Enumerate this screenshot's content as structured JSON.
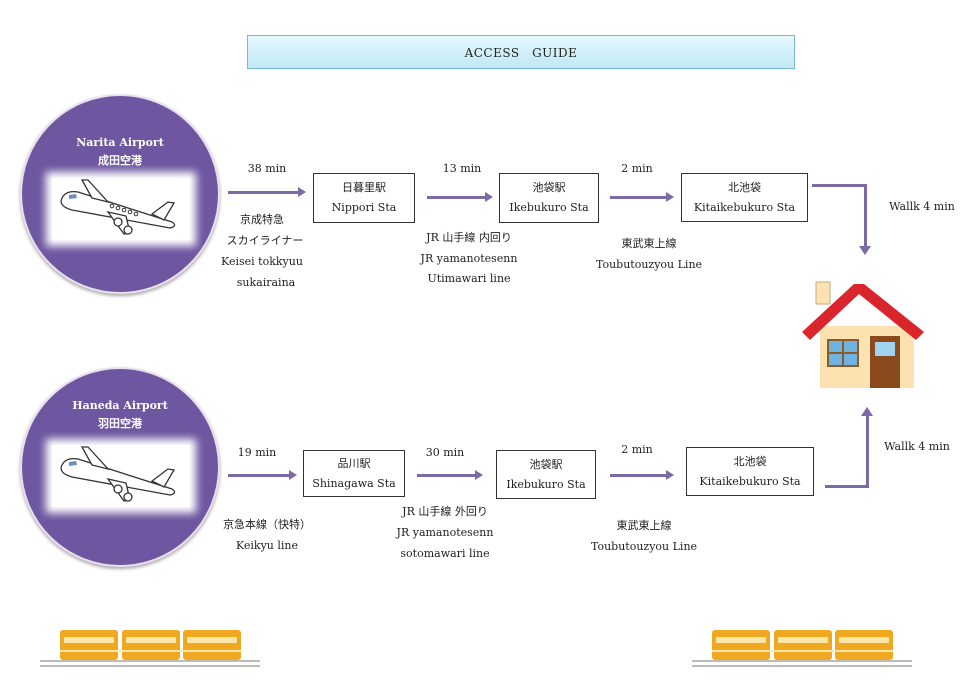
{
  "title": "ACCESS　GUIDE",
  "narita": {
    "airport_en": "Narita Airport",
    "airport_ja": "成田空港",
    "legs": [
      {
        "time": "38 min",
        "desc": [
          "京成特急",
          "スカイライナー",
          "Keisei tokkyuu",
          "sukairaina"
        ]
      },
      {
        "time": "13 min",
        "desc": [
          "JR 山手線 内回り",
          "JR yamanotesenn",
          "Utimawari line"
        ]
      },
      {
        "time": "2 min",
        "desc": [
          "東武東上線",
          "Toubutouzyou Line"
        ]
      }
    ],
    "stations": [
      {
        "ja": "日暮里駅",
        "en": "Nippori Sta"
      },
      {
        "ja": "池袋駅",
        "en": "Ikebukuro Sta"
      },
      {
        "ja": "北池袋",
        "en": "Kitaikebukuro Sta"
      }
    ],
    "walk": "Wallk 4 min"
  },
  "haneda": {
    "airport_en": "Haneda Airport",
    "airport_ja": "羽田空港",
    "legs": [
      {
        "time": "19 min",
        "desc": [
          "京急本線（快特）",
          "Keikyu line"
        ]
      },
      {
        "time": "30 min",
        "desc": [
          "JR 山手線 外回り",
          "JR yamanotesenn",
          "sotomawari line"
        ]
      },
      {
        "time": "2 min",
        "desc": [
          "東武東上線",
          "Toubutouzyou Line"
        ]
      }
    ],
    "stations": [
      {
        "ja": "品川駅",
        "en": "Shinagawa Sta"
      },
      {
        "ja": "池袋駅",
        "en": "Ikebukuro Sta"
      },
      {
        "ja": "北池袋",
        "en": "Kitaikebukuro Sta"
      }
    ],
    "walk": "Wallk 4 min"
  },
  "colors": {
    "circle": "#6e56a0",
    "arrow": "#7b6aa5",
    "train": "#f0a820",
    "roof": "#d9252b",
    "wall": "#fbe2b0"
  }
}
